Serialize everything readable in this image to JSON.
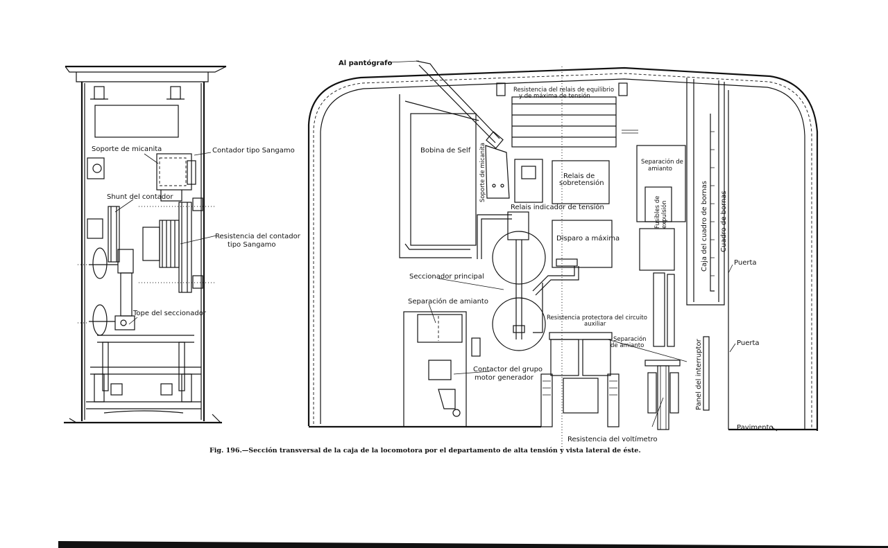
{
  "figure": {
    "caption": "Fig. 196.—Sección transversal de la caja de la locomotora por el departamento de alta tensión y vista lateral de éste."
  },
  "side_view": {
    "labels": {
      "soporte_micanita": "Soporte de micanita",
      "contador_sangamo": "Contador tipo Sangamo",
      "shunt_contador": "Shunt del contador",
      "resistencia_contador_1": "Resistencia del contador",
      "resistencia_contador_2": "tipo Sangamo",
      "tope_seccionador": "Tope del seccionador"
    }
  },
  "cross_section": {
    "labels": {
      "al_pantografo": "Al pantógrafo",
      "res_relais_1": "Resistencia del relais de equilibrio",
      "res_relais_2": "y de máxima de tensión",
      "bobina_self": "Bobina de Self",
      "soporte_micanita": "Soporte de micanita",
      "relais_sobre_1": "Relais de",
      "relais_sobre_2": "sobretensión",
      "relais_indicador": "Relais indicador de tensión",
      "disparo_maxima": "Disparo a máxima",
      "separacion_amianto_top_1": "Separación de",
      "separacion_amianto_top_2": "amianto",
      "fusibles_1": "Fusibles de",
      "fusibles_2": "expulsión",
      "caja_cuadro": "Caja del cuadro de bornas",
      "cuadro_bornas": "Cuadro de bornas",
      "puerta_1": "Puerta",
      "puerta_2": "Puerta",
      "seccionador_principal": "Seccionador principal",
      "separacion_amianto_left": "Separación de amianto",
      "res_protectora_1": "Resistencia protectora del circuito",
      "res_protectora_2": "auxiliar",
      "separacion_amianto_mid_1": "Separación",
      "separacion_amianto_mid_2": "de amianto",
      "contactor_1": "Contactor del grupo",
      "contactor_2": "motor generador",
      "panel_interruptor": "Panel del interruptor",
      "pavimento": "Pavimento",
      "res_voltimetro": "Resistencia del voltímetro"
    }
  }
}
